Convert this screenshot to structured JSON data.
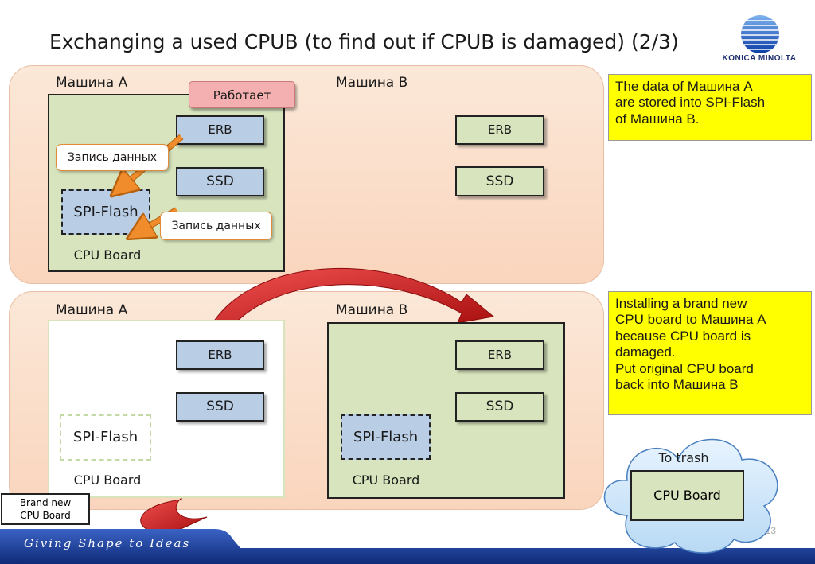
{
  "title": "Exchanging a used CPUB (to find out if CPUB is damaged) (2/3)",
  "brand": {
    "name": "KONICA MINOLTA",
    "slogan": "Giving Shape to Ideas"
  },
  "page_number": "13",
  "top_panel": {
    "machine_a": {
      "label": "Машина A",
      "status": "Работает",
      "erb": "ERB",
      "ssd": "SSD",
      "spi_flash": "SPI-Flash",
      "cpu_board": "CPU Board",
      "callout_1": "Запись данных",
      "callout_2": "Запись данных"
    },
    "machine_b": {
      "label": "Машина B",
      "erb": "ERB",
      "ssd": "SSD"
    },
    "note_lines": [
      "The data of Машина A",
      "are stored into SPI-Flash",
      "of Машина B."
    ]
  },
  "bottom_panel": {
    "machine_a": {
      "label": "Машина A",
      "erb": "ERB",
      "ssd": "SSD",
      "spi_flash": "SPI-Flash",
      "cpu_board": "CPU Board"
    },
    "machine_b": {
      "label": "Машина B",
      "erb": "ERB",
      "ssd": "SSD",
      "spi_flash": "SPI-Flash",
      "cpu_board": "CPU Board"
    },
    "brand_new_lines": [
      "Brand new",
      "CPU Board"
    ],
    "note_lines": [
      "Installing a brand new",
      "CPU board to Машина A",
      "because CPU board is",
      "damaged.",
      "Put original CPU board",
      "back into Машина B"
    ]
  },
  "trash": {
    "label": "To trash",
    "cpu_board": "CPU Board"
  },
  "colors": {
    "panel_fill": "#fad5bd",
    "board_green": "#d7e4bd",
    "chip_blue": "#b9cde5",
    "note_yellow": "#ffff00",
    "arrow_orange": "#f08c2b",
    "arrow_red": "#d42020",
    "footer_blue": "#1d3c8f",
    "status_pink": "#f4b0b0"
  },
  "icons": {
    "logo": "konica-minolta-globe-icon",
    "arrow_top": "orange-arrow-icon",
    "arrow_big": "curved-red-arrow-icon",
    "cloud": "cloud-icon"
  }
}
